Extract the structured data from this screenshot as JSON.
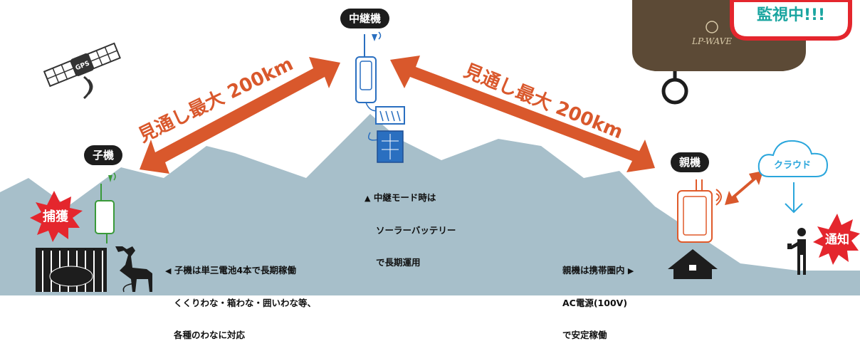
{
  "relay": {
    "label": "中継機",
    "note_line1": "中継モード時は",
    "note_line2": "ソーラーバッテリー",
    "note_line3": "で長期運用",
    "note_marker": "▲"
  },
  "child": {
    "label": "子機",
    "note_line1": "子機は単三電池4本で長期稼働",
    "note_line2": "くくりわな・箱わな・囲いわな等、",
    "note_line3": "各種のわなに対応",
    "note_marker": "◀"
  },
  "parent": {
    "label": "親機",
    "note_line1": "親機は携帯圏内",
    "note_line2": "AC電源(100V)",
    "note_line3": "で安定稼働",
    "note_marker": "▶"
  },
  "range_left": "見通し最大 200km",
  "range_right": "見通し最大 200km",
  "capture_burst": "捕獲",
  "notify_burst": "通知",
  "cloud_label": "クラウド",
  "monitoring": "監視中!!!",
  "gps_label": "GPS",
  "device_brand": "LP-WAVE",
  "colors": {
    "mountain": "#a7bfca",
    "arrow": "#d9582c",
    "burst": "#e4262d",
    "child_device": "#3a9a3a",
    "relay_device": "#2a6fc0",
    "parent_device": "#e05a2a",
    "cloud": "#2aa6dc",
    "dark": "#1d1d1d"
  }
}
